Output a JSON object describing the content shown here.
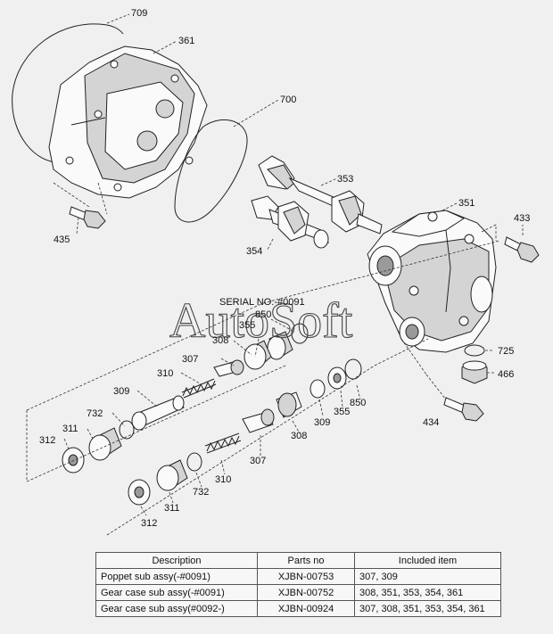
{
  "diagram": {
    "part_labels": [
      "709",
      "361",
      "700",
      "353",
      "351",
      "433",
      "435",
      "354",
      "850",
      "355",
      "308",
      "307",
      "310",
      "309",
      "732",
      "311",
      "312",
      "725",
      "466",
      "434"
    ],
    "serial_note": "SERIAL NO.-#0091",
    "watermark": "AutoSoft"
  },
  "table": {
    "headers": [
      "Description",
      "Parts no",
      "Included item"
    ],
    "rows": [
      [
        "Poppet sub assy(-#0091)",
        "XJBN-00753",
        "307, 309"
      ],
      [
        "Gear case sub assy(-#0091)",
        "XJBN-00752",
        "308, 351, 353, 354, 361"
      ],
      [
        "Gear case sub assy(#0092-)",
        "XJBN-00924",
        "307, 308, 351, 353, 354, 361"
      ]
    ]
  }
}
